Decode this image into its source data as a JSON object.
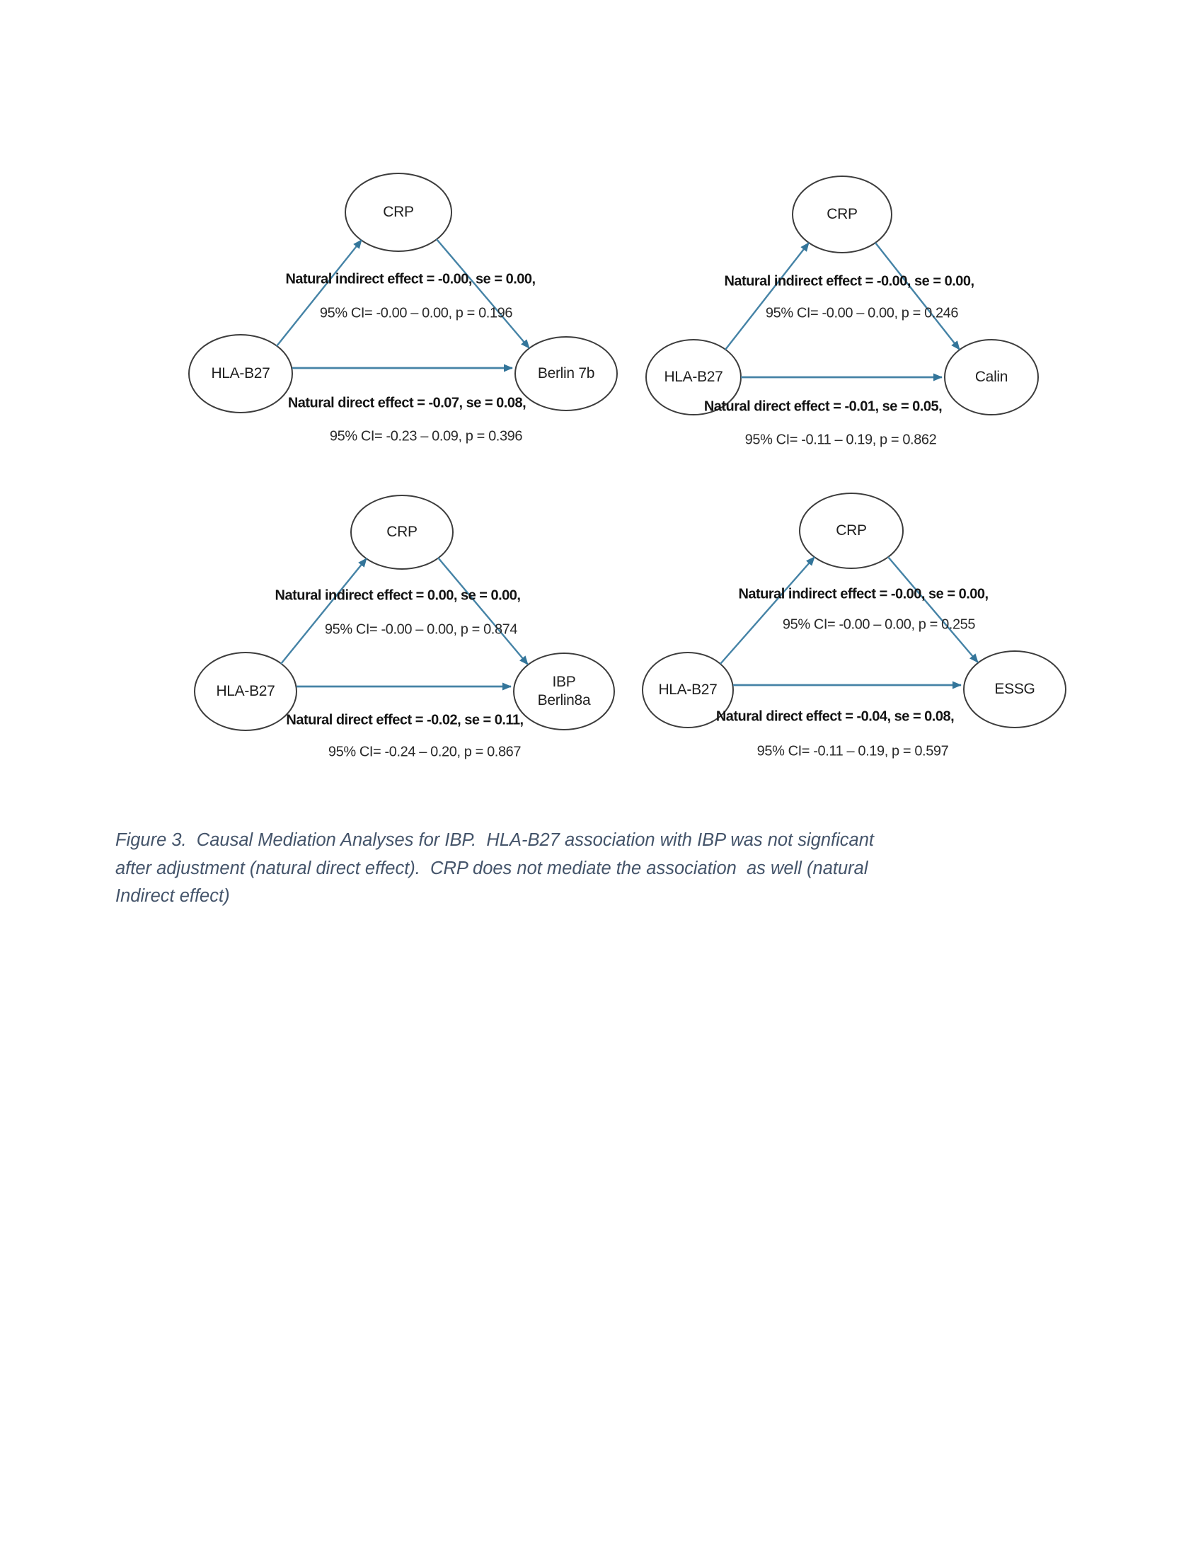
{
  "page": {
    "caption": {
      "line1": "Figure 3.  Causal Mediation Analyses for IBP.  HLA-B27 association with IBP was not signficant",
      "line2": "after adjustment (natural direct effect).  CRP does not mediate the association  as well (natural",
      "line3": "Indirect effect)"
    }
  },
  "colors": {
    "arrow": "#4583a6",
    "node_stroke": "#3d3d3d",
    "node_fill": "#ffffff",
    "diagram_text": "#141414",
    "caption_text": "#44546a",
    "page_background": "#ffffff"
  },
  "diagrams": [
    {
      "name": "ibp-berlin7b",
      "mediator_label": "CRP",
      "exposure_label": "HLA-B27",
      "outcome_label": "Berlin 7b",
      "outcome_label_line2": "",
      "indirect_line1": "Natural indirect effect = -0.00, se = 0.00,",
      "indirect_line2": "95% CI= -0.00 – 0.00, p = 0.196",
      "direct_line1": "Natural direct effect = -0.07, se = 0.08,",
      "direct_line2": "95% CI= -0.23 – 0.09, p = 0.396"
    },
    {
      "name": "ibp-calin",
      "mediator_label": "CRP",
      "exposure_label": "HLA-B27",
      "outcome_label": "Calin",
      "outcome_label_line2": "",
      "indirect_line1": "Natural indirect effect = -0.00, se = 0.00,",
      "indirect_line2": "95% CI= -0.00 – 0.00, p = 0.246",
      "direct_line1": "Natural direct effect = -0.01, se = 0.05,",
      "direct_line2": "95% CI= -0.11 – 0.19, p = 0.862"
    },
    {
      "name": "ibp-berlin8a",
      "mediator_label": "CRP",
      "exposure_label": "HLA-B27",
      "outcome_label": "IBP",
      "outcome_label_line2": "Berlin8a",
      "indirect_line1": "Natural indirect effect = 0.00, se = 0.00,",
      "indirect_line2": "95% CI= -0.00 – 0.00, p = 0.874",
      "direct_line1": "Natural direct effect = -0.02, se = 0.11,",
      "direct_line2": "95% CI= -0.24 – 0.20, p = 0.867"
    },
    {
      "name": "ibp-essg",
      "mediator_label": "CRP",
      "exposure_label": "HLA-B27",
      "outcome_label": "ESSG",
      "outcome_label_line2": "",
      "indirect_line1": "Natural indirect effect = -0.00, se = 0.00,",
      "indirect_line2": "95% CI= -0.00 – 0.00, p = 0.255",
      "direct_line1": "Natural direct effect = -0.04, se = 0.08,",
      "direct_line2": "95% CI= -0.11 – 0.19, p = 0.597"
    }
  ]
}
